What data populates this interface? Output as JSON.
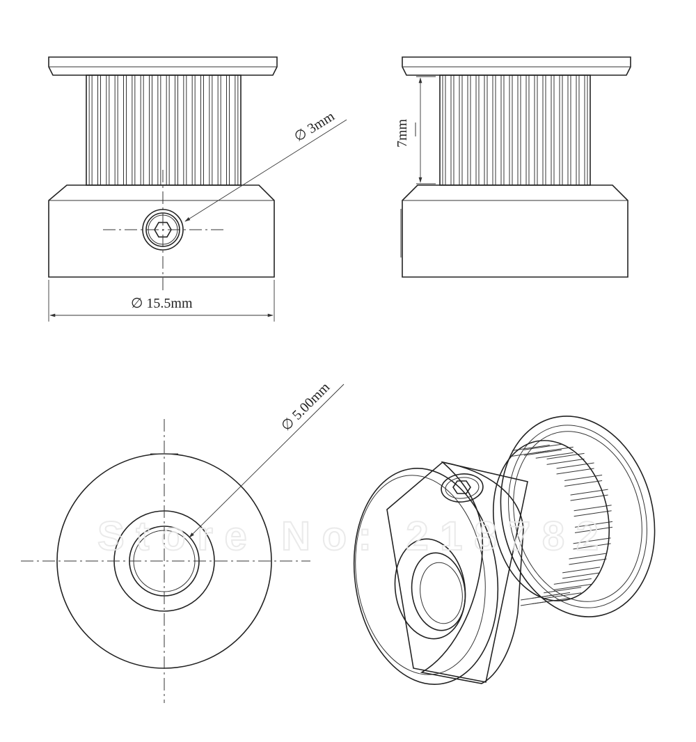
{
  "drawing": {
    "dimensions": {
      "set_screw": "∅ 3mm",
      "outer_diameter": "∅ 15.5mm",
      "tooth_width": "7mm",
      "bore": "∅ 5.00mm"
    },
    "watermark": "Store No: 218782"
  },
  "colors": {
    "line": "#222222",
    "background": "#ffffff",
    "watermark": "#e8e8e8"
  }
}
